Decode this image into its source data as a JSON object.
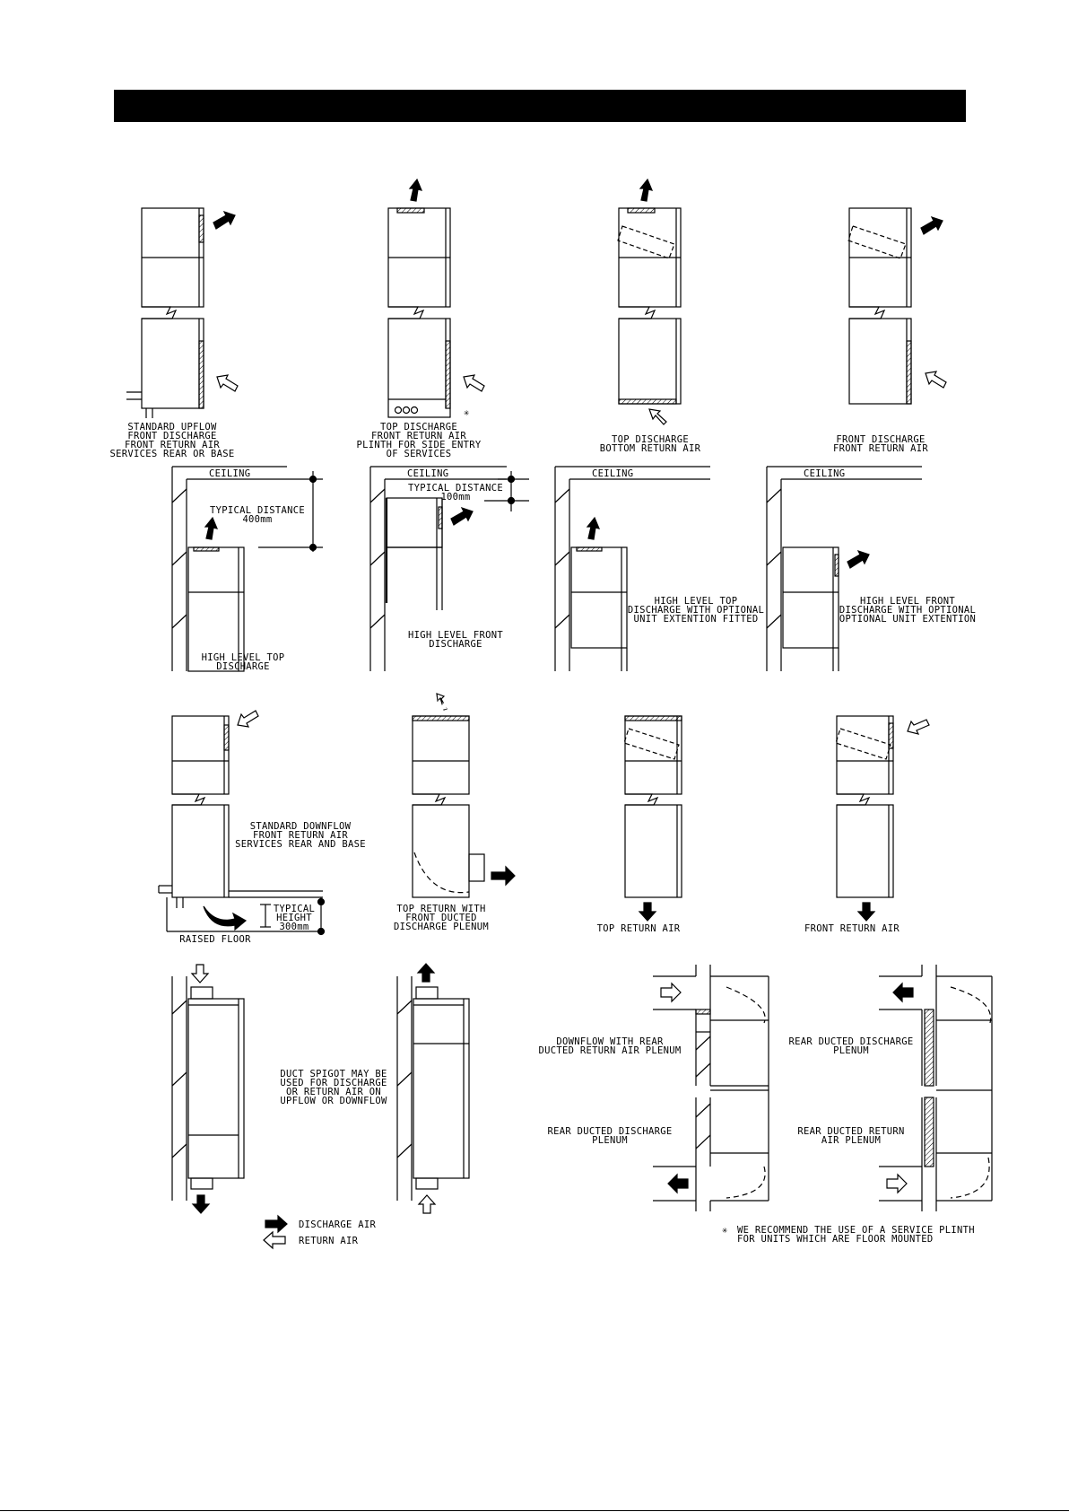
{
  "header_bar": {
    "text": ""
  },
  "legend": {
    "discharge_label": "DISCHARGE AIR",
    "return_label": "RETURN AIR"
  },
  "footnote": {
    "marker": "✳",
    "line1": "WE RECOMMEND THE USE OF A SERVICE PLINTH",
    "line2": "FOR UNITS WHICH ARE FLOOR MOUNTED"
  },
  "row1": [
    {
      "lines": [
        "STANDARD UPFLOW",
        "FRONT DISCHARGE",
        "FRONT RETURN AIR",
        "SERVICES REAR OR BASE"
      ]
    },
    {
      "lines": [
        "TOP DISCHARGE",
        "FRONT RETURN AIR",
        "PLINTH FOR SIDE ENTRY",
        "OF SERVICES"
      ]
    },
    {
      "lines": [
        "TOP DISCHARGE",
        "BOTTOM RETURN AIR"
      ]
    },
    {
      "lines": [
        "FRONT DISCHARGE",
        "FRONT RETURN AIR"
      ]
    }
  ],
  "row2": {
    "ceiling_label": "CEILING",
    "d1": {
      "dist": [
        "TYPICAL DISTANCE",
        "400mm"
      ],
      "lines": [
        "HIGH LEVEL TOP",
        "DISCHARGE"
      ]
    },
    "d2": {
      "dist": [
        "TYPICAL DISTANCE",
        "100mm"
      ],
      "lines": [
        "HIGH LEVEL FRONT",
        "DISCHARGE"
      ]
    },
    "d3": {
      "lines": [
        "HIGH LEVEL TOP",
        "DISCHARGE WITH OPTIONAL",
        "UNIT EXTENTION FITTED"
      ]
    },
    "d4": {
      "lines": [
        "HIGH LEVEL FRONT",
        "DISCHARGE WITH OPTIONAL",
        "OPTIONAL UNIT EXTENTION"
      ]
    }
  },
  "row3": {
    "d1": {
      "lines": [
        "STANDARD DOWNFLOW",
        "FRONT RETURN AIR",
        "SERVICES REAR AND BASE"
      ],
      "height": [
        "TYPICAL",
        "HEIGHT",
        "300mm"
      ],
      "floor": "RAISED FLOOR"
    },
    "d2": {
      "lines": [
        "TOP RETURN WITH",
        "FRONT DUCTED",
        "DISCHARGE PLENUM"
      ]
    },
    "d3": {
      "lines": [
        "TOP RETURN AIR"
      ]
    },
    "d4": {
      "lines": [
        "FRONT RETURN AIR"
      ]
    }
  },
  "row4": {
    "spigot": [
      "DUCT SPIGOT MAY BE",
      "USED FOR DISCHARGE",
      "OR RETURN AIR ON",
      "UPFLOW OR DOWNFLOW"
    ],
    "left_top": [
      "DOWNFLOW WITH REAR",
      "DUCTED RETURN AIR PLENUM"
    ],
    "left_bottom": [
      "REAR DUCTED DISCHARGE",
      "PLENUM"
    ],
    "right_top": [
      "REAR DUCTED DISCHARGE",
      "PLENUM"
    ],
    "right_bottom": [
      "REAR DUCTED RETURN",
      "AIR PLENUM"
    ]
  }
}
